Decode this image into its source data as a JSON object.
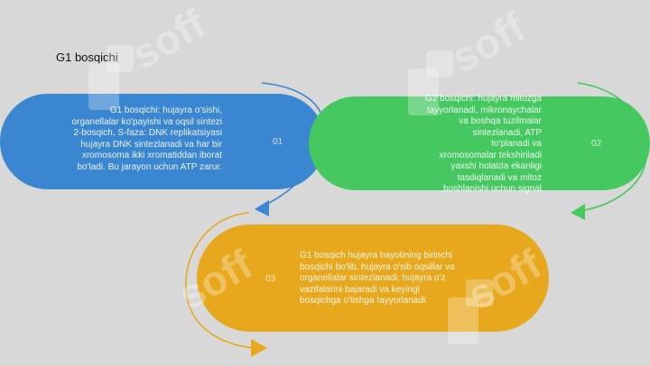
{
  "title": "G1 bosqichi",
  "steps": [
    {
      "number": "01",
      "text": "G1 bosqichi: hujayra o'sishi,\norganellalar ko'payishi va oqsil sintezi\n2-bosqich, S-faza: DNK replikatsiyasi\nhujayra DNK sintezlanadi va har bir\nxromosoma ikki xromatiddan iborat\nbo'ladi. Bu jarayon uchun ATP zarur.",
      "color": "#3a86d0"
    },
    {
      "number": "02",
      "text": "G2 bosqichi: hujayra mitozga\ntayyorlanadi, mikronaychalar\nva boshqa tuzilmalar\nsintezlanadi, ATP\nto'planadi va\nxromosomalar tekshiriladi\nyaxshi holatda ekanligi\ntasdiqlanadi va mitoz\nboshlanishi uchun signal",
      "color": "#46c861"
    },
    {
      "number": "03",
      "text": "G1 bosqich hujayra hayotining birinchi\nbosqichi bo'lib, hujayra o'sib oqsillar va\norganellalar sintezlanadi; hujayra o'z\nvazifalarini bajaradi va keyingi\nbosqichga o'tishga tayyorlanadi.",
      "color": "#e7a81d"
    }
  ],
  "watermark": "soff"
}
